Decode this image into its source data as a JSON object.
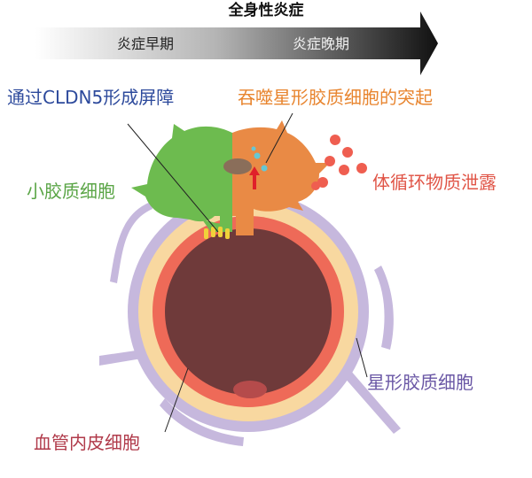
{
  "header": {
    "title": "全身性炎症",
    "stage_early": "炎症早期",
    "stage_late": "炎症晚期"
  },
  "labels": {
    "cldn5_barrier": "通过CLDN5形成屏障",
    "astrocyte_endfoot_phagocytosis": "吞噬星形胶质细胞的突起",
    "microglia": "小胶质细胞",
    "leakage": "体循环物质泄露",
    "astrocyte": "星形胶质细胞",
    "endothelial": "血管内皮细胞"
  },
  "colors": {
    "microglia_green": "#6dbb4f",
    "activated_orange": "#e98a45",
    "astrocyte_lavender": "#c6b8dd",
    "basement_cream": "#f8d8a0",
    "endothelium_red": "#ee6a58",
    "lumen_brown": "#6f3a3a",
    "leak_dot_red": "#ef5e50",
    "cldn5_yellow": "#f0d23a",
    "arrow_red": "#e0202a",
    "teal_dot": "#66c7d4"
  }
}
